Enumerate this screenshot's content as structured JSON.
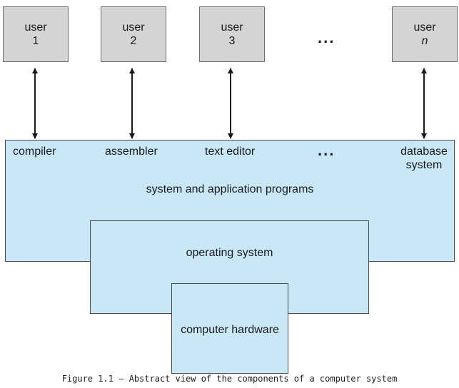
{
  "users": [
    {
      "line1": "user",
      "line2": "1"
    },
    {
      "line1": "user",
      "line2": "2"
    },
    {
      "line1": "user",
      "line2": "3"
    },
    {
      "line1": "user",
      "line2": "n"
    }
  ],
  "user_ellipsis": "...",
  "programs": [
    "compiler",
    "assembler",
    "text editor",
    "database\nsystem"
  ],
  "programs_ellipsis": "...",
  "layers": {
    "applications": "system and application programs",
    "os": "operating system",
    "hardware": "computer hardware"
  },
  "caption": "Figure 1.1 – Abstract view of the components of a computer system",
  "colors": {
    "user_box": "#d4d4d4",
    "layer_fill": "#c8e8f8",
    "border": "#4a4a4a"
  }
}
